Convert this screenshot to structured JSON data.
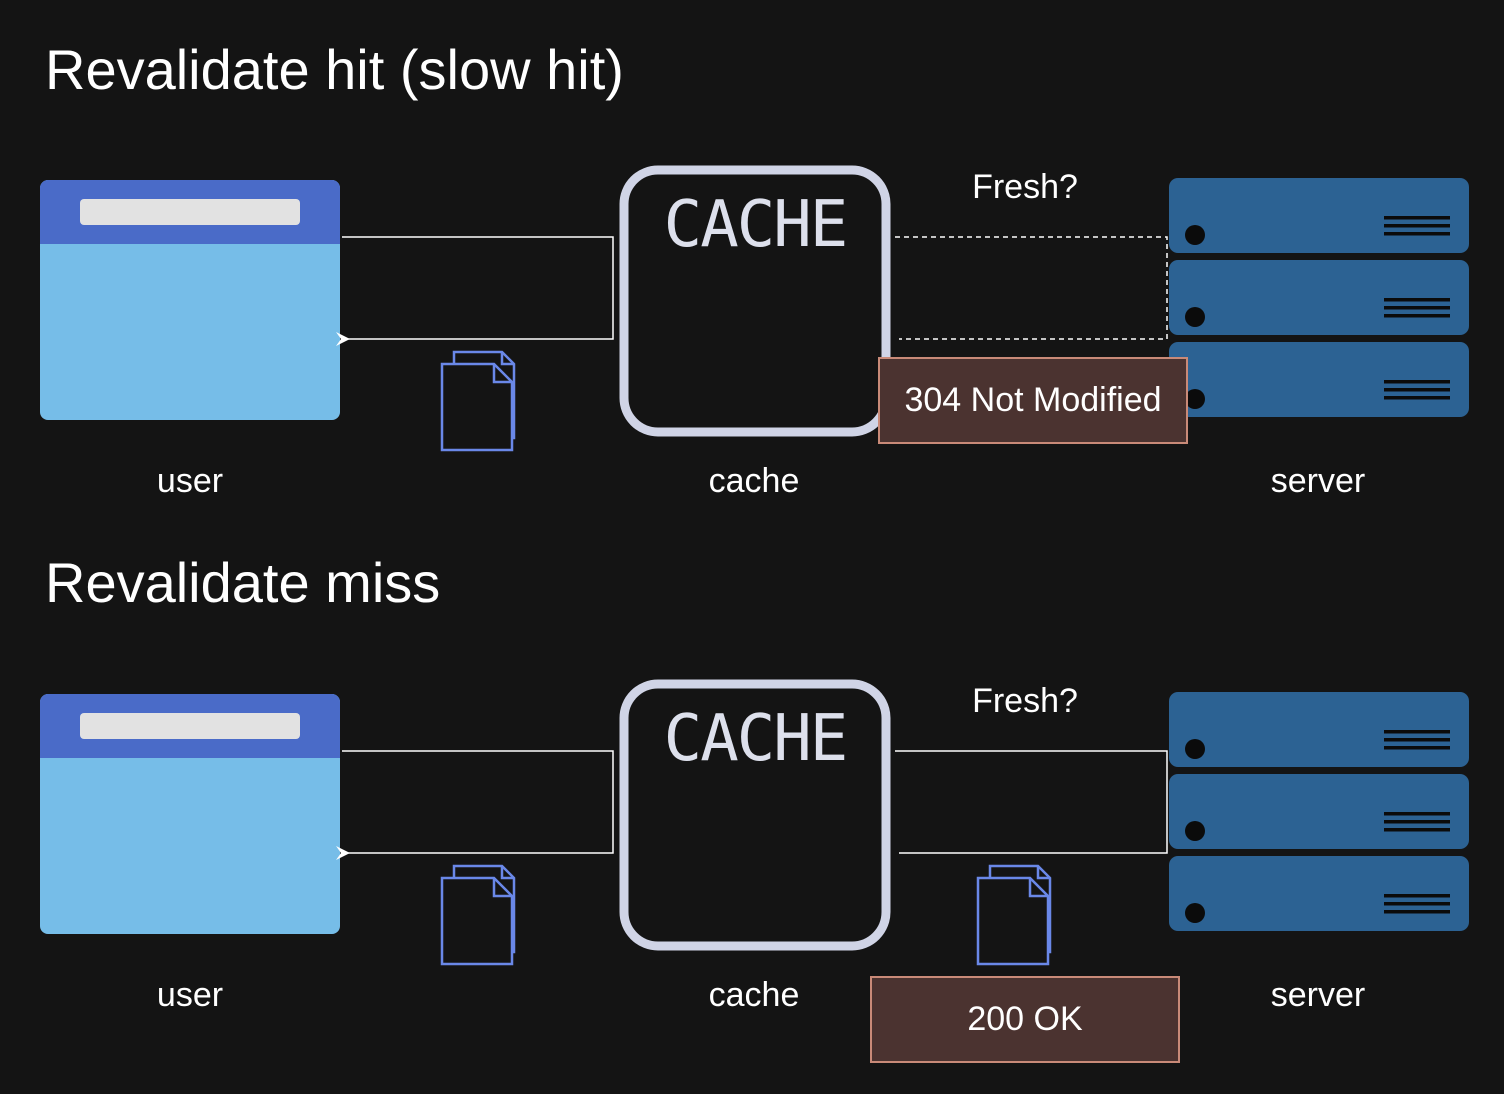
{
  "sections": [
    {
      "title": "Revalidate hit (slow hit)",
      "user_label": "user",
      "cache_label": "cache",
      "server_label": "server",
      "cache_box_text": "CACHE",
      "question": "Fresh?",
      "status": "304 Not Modified",
      "server_link_style": "dashed"
    },
    {
      "title": "Revalidate miss",
      "user_label": "user",
      "cache_label": "cache",
      "server_label": "server",
      "cache_box_text": "CACHE",
      "question": "Fresh?",
      "status": "200 OK",
      "server_link_style": "solid"
    }
  ],
  "colors": {
    "background": "#141414",
    "browser_header": "#4a6bc8",
    "browser_body": "#76bde8",
    "server_unit": "#2c6293",
    "cache_border": "#d0d4e6",
    "document_icon": "#6a88e8",
    "status_fill": "#4b3330",
    "status_border": "#c98a78"
  }
}
